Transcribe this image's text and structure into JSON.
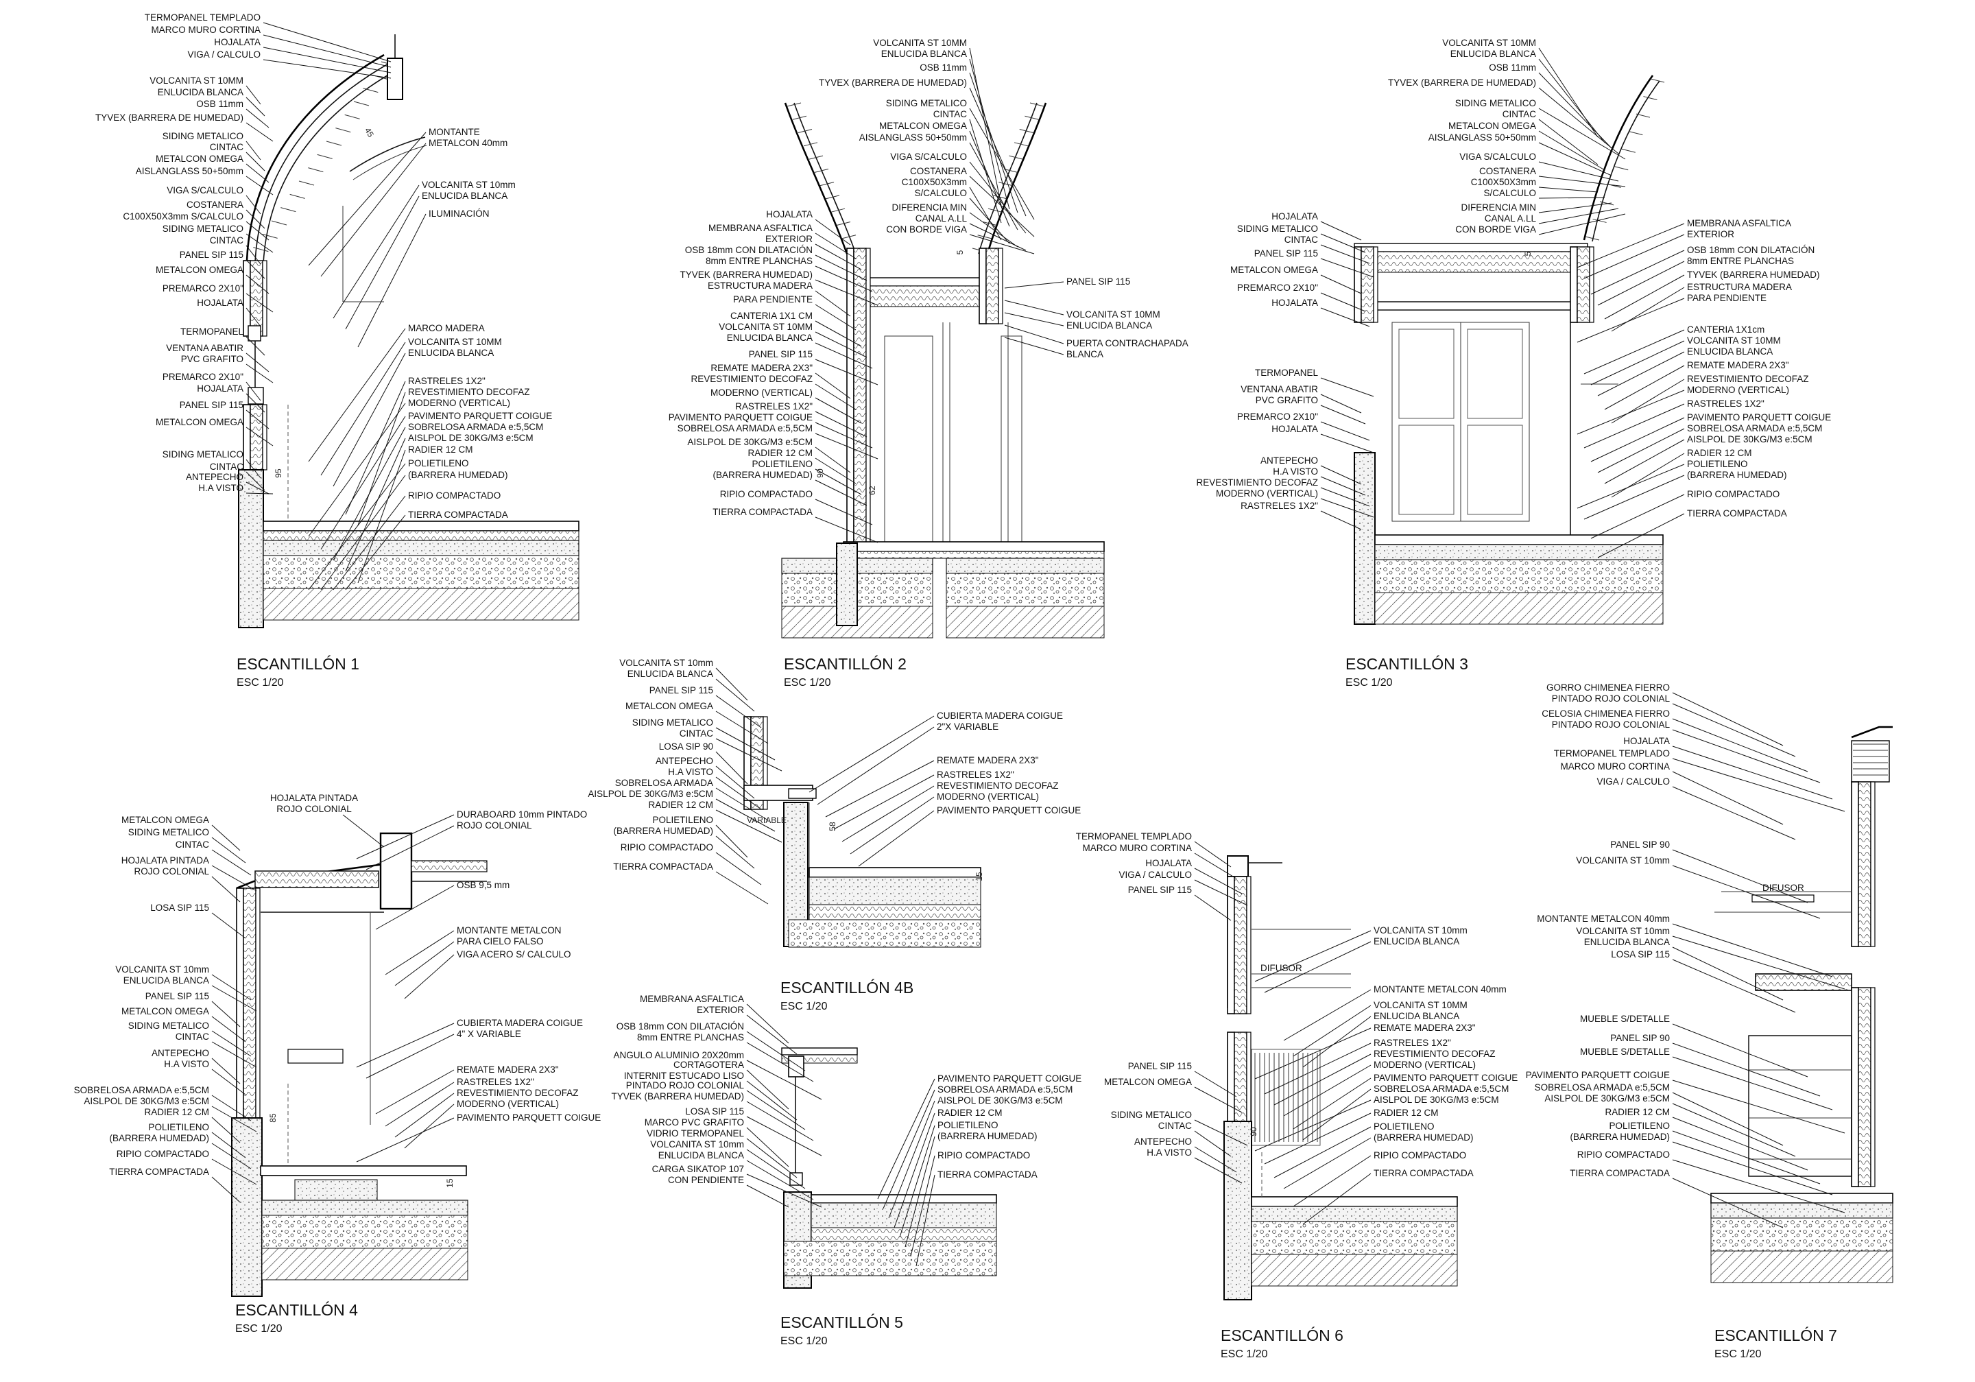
{
  "sheets": [
    {
      "title": "ESCANTILLÓN 1",
      "scale": "ESC 1/20",
      "labels": [
        "TERMOPANEL TEMPLADO",
        "MARCO MURO CORTINA",
        "HOJALATA",
        "VIGA / CALCULO",
        "VOLCANITA ST 10MM",
        "ENLUCIDA BLANCA",
        "OSB 11mm",
        "TYVEX (BARRERA DE HUMEDAD)",
        "SIDING METALICO",
        "CINTAC",
        "METALCON OMEGA",
        "AISLANGLASS 50+50mm",
        "VIGA S/CALCULO",
        "COSTANERA",
        "C100X50X3mm S/CALCULO",
        "SIDING METALICO",
        "CINTAC",
        "PANEL SIP 115",
        "METALCON OMEGA",
        "PREMARCO 2X10\"",
        "HOJALATA",
        "TERMOPANEL",
        "VENTANA ABATIR",
        "PVC GRAFITO",
        "PREMARCO 2X10\"",
        "HOJALATA",
        "PANEL SIP 115",
        "METALCON OMEGA",
        "SIDING METALICO",
        "CINTAC",
        "ANTEPECHO",
        "H.A VISTO"
      ],
      "right_labels": [
        "MONTANTE",
        "METALCON 40mm",
        "VOLCANITA ST 10mm",
        "ENLUCIDA BLANCA",
        "ILUMINACIÓN",
        "MARCO MADERA",
        "VOLCANITA ST 10MM",
        "ENLUCIDA BLANCA",
        "RASTRELES 1X2\"",
        "REVESTIMIENTO DECOFAZ",
        "MODERNO (VERTICAL)",
        "PAVIMENTO PARQUETT COIGUE",
        "SOBRELOSA ARMADA e:5,5CM",
        "AISLPOL DE 30KG/M3 e:5CM",
        "RADIER 12 CM",
        "POLIETILENO",
        "(BARRERA HUMEDAD)",
        "RIPIO COMPACTADO",
        "TIERRA COMPACTADA"
      ],
      "dims": [
        "45",
        "95"
      ]
    },
    {
      "title": "ESCANTILLÓN 2",
      "scale": "ESC 1/20",
      "labels": [
        "HOJALATA",
        "MEMBRANA ASFALTICA",
        "EXTERIOR",
        "OSB 18mm CON DILATACIÓN",
        "8mm ENTRE PLANCHAS",
        "TYVEK (BARRERA HUMEDAD)",
        "ESTRUCTURA MADERA",
        "PARA PENDIENTE",
        "CANTERIA 1X1 CM",
        "VOLCANITA ST 10MM",
        "ENLUCIDA BLANCA",
        "PANEL SIP 115",
        "REMATE MADERA 2X3\"",
        "REVESTIMIENTO DECOFAZ",
        "MODERNO (VERTICAL)",
        "RASTRELES 1X2\"",
        "PAVIMENTO PARQUETT COIGUE",
        "SOBRELOSA ARMADA e:5,5CM",
        "AISLPOL DE 30KG/M3 e:5CM",
        "RADIER 12 CM",
        "POLIETILENO",
        "(BARRERA HUMEDAD)",
        "RIPIO COMPACTADO",
        "TIERRA COMPACTADA"
      ],
      "top_labels": [
        "VOLCANITA ST 10MM",
        "ENLUCIDA BLANCA",
        "OSB 11mm",
        "TYVEX (BARRERA DE HUMEDAD)",
        "SIDING METALICO",
        "CINTAC",
        "METALCON OMEGA",
        "AISLANGLASS 50+50mm",
        "VIGA S/CALCULO",
        "COSTANERA",
        "C100X50X3mm",
        "S/CALCULO",
        "DIFERENCIA MIN",
        "CANAL A.LL",
        "CON BORDE VIGA"
      ],
      "right_labels": [
        "PANEL SIP 115",
        "VOLCANITA ST 10MM",
        "ENLUCIDA BLANCA",
        "PUERTA CONTRACHAPADA",
        "BLANCA"
      ],
      "dims": [
        "5",
        "90",
        "62"
      ]
    },
    {
      "title": "ESCANTILLÓN 3",
      "scale": "ESC 1/20",
      "labels": [
        "HOJALATA",
        "SIDING METALICO",
        "CINTAC",
        "PANEL SIP 115",
        "METALCON OMEGA",
        "PREMARCO 2X10\"",
        "HOJALATA",
        "TERMOPANEL",
        "VENTANA ABATIR",
        "PVC GRAFITO",
        "PREMARCO 2X10\"",
        "HOJALATA",
        "ANTEPECHO",
        "H.A VISTO",
        "REVESTIMIENTO DECOFAZ",
        "MODERNO (VERTICAL)",
        "RASTRELES 1X2\""
      ],
      "top_labels": [
        "VOLCANITA ST 10MM",
        "ENLUCIDA BLANCA",
        "OSB 11mm",
        "TYVEX (BARRERA DE HUMEDAD)",
        "SIDING METALICO",
        "CINTAC",
        "METALCON OMEGA",
        "AISLANGLASS 50+50mm",
        "VIGA S/CALCULO",
        "COSTANERA",
        "C100X50X3mm",
        "S/CALCULO",
        "DIFERENCIA MIN",
        "CANAL A.LL",
        "CON BORDE VIGA"
      ],
      "right_labels": [
        "MEMBRANA ASFALTICA",
        "EXTERIOR",
        "OSB 18mm CON DILATACIÓN",
        "8mm ENTRE PLANCHAS",
        "TYVEK (BARRERA HUMEDAD)",
        "ESTRUCTURA MADERA",
        "PARA PENDIENTE",
        "CANTERIA 1X1cm",
        "VOLCANITA ST 10MM",
        "ENLUCIDA BLANCA",
        "REMATE MADERA 2X3\"",
        "REVESTIMIENTO DECOFAZ",
        "MODERNO (VERTICAL)",
        "RASTRELES 1X2\"",
        "PAVIMENTO PARQUETT COIGUE",
        "SOBRELOSA ARMADA e:5,5CM",
        "AISLPOL DE 30KG/M3 e:5CM",
        "RADIER 12 CM",
        "POLIETILENO",
        "(BARRERA HUMEDAD)",
        "RIPIO COMPACTADO",
        "TIERRA COMPACTADA"
      ],
      "dims": [
        "5"
      ]
    },
    {
      "title": "ESCANTILLÓN 4",
      "scale": "ESC 1/20",
      "labels": [
        "METALCON OMEGA",
        "SIDING METALICO",
        "CINTAC",
        "HOJALATA PINTADA",
        "ROJO COLONIAL",
        "LOSA SIP 115",
        "VOLCANITA ST 10mm",
        "ENLUCIDA BLANCA",
        "PANEL SIP 115",
        "METALCON OMEGA",
        "SIDING METALICO",
        "CINTAC",
        "ANTEPECHO",
        "H.A VISTO",
        "SOBRELOSA ARMADA e:5,5CM",
        "AISLPOL DE 30KG/M3 e:5CM",
        "RADIER 12 CM",
        "POLIETILENO",
        "(BARRERA HUMEDAD)",
        "RIPIO COMPACTADO",
        "TIERRA COMPACTADA"
      ],
      "top_labels": [
        "HOJALATA PINTADA",
        "ROJO COLONIAL"
      ],
      "right_labels": [
        "DURABOARD 10mm PINTADO",
        "ROJO COLONIAL",
        "OSB 9,5 mm",
        "MONTANTE METALCON",
        "PARA CIELO FALSO",
        "VIGA ACERO S/ CALCULO",
        "CUBIERTA MADERA COIGUE",
        "4\" X VARIABLE",
        "REMATE MADERA 2X3\"",
        "RASTRELES 1X2\"",
        "REVESTIMIENTO DECOFAZ",
        "MODERNO (VERTICAL)",
        "PAVIMENTO PARQUETT COIGUE"
      ],
      "dims": [
        "85",
        "15"
      ]
    },
    {
      "title": "ESCANTILLÓN 4B",
      "scale": "ESC 1/20",
      "labels": [
        "VOLCANITA ST 10mm",
        "ENLUCIDA BLANCA",
        "PANEL SIP 115",
        "METALCON OMEGA",
        "SIDING METALICO",
        "CINTAC",
        "LOSA SIP 90",
        "ANTEPECHO",
        "H.A VISTO",
        "SOBRELOSA ARMADA",
        "AISLPOL DE 30KG/M3 e:5CM",
        "RADIER 12 CM",
        "POLIETILENO",
        "(BARRERA HUMEDAD)",
        "RIPIO COMPACTADO",
        "TIERRA COMPACTADA"
      ],
      "right_labels": [
        "CUBIERTA MADERA COIGUE",
        "2\"X VARIABLE",
        "REMATE MADERA 2X3\"",
        "RASTRELES 1X2\"",
        "REVESTIMIENTO DECOFAZ",
        "MODERNO (VERTICAL)",
        "PAVIMENTO PARQUETT COIGUE"
      ],
      "dims": [
        "VARIABLE",
        "58",
        "15"
      ]
    },
    {
      "title": "ESCANTILLÓN 5",
      "scale": "ESC 1/20",
      "labels": [
        "MEMBRANA ASFALTICA",
        "EXTERIOR",
        "OSB 18mm CON DILATACIÓN",
        "8mm ENTRE PLANCHAS",
        "ANGULO ALUMINIO 20X20mm",
        "CORTAGOTERA",
        "INTERNIT ESTUCADO LISO",
        "PINTADO ROJO COLONIAL",
        "TYVEK (BARRERA HUMEDAD)",
        "LOSA SIP 115",
        "MARCO PVC GRAFITO",
        "VIDRIO TERMOPANEL",
        "VOLCANITA ST 10mm",
        "ENLUCIDA BLANCA",
        "CARGA SIKATOP 107",
        "CON PENDIENTE"
      ],
      "right_labels": [
        "PAVIMENTO PARQUETT COIGUE",
        "SOBRELOSA ARMADA e:5,5CM",
        "AISLPOL DE 30KG/M3 e:5CM",
        "RADIER 12 CM",
        "POLIETILENO",
        "(BARRERA HUMEDAD)",
        "RIPIO COMPACTADO",
        "TIERRA COMPACTADA"
      ]
    },
    {
      "title": "ESCANTILLÓN 6",
      "scale": "ESC 1/20",
      "labels": [
        "TERMOPANEL TEMPLADO",
        "MARCO MURO CORTINA",
        "HOJALATA",
        "VIGA / CALCULO",
        "PANEL SIP 115",
        "PANEL SIP 115",
        "METALCON OMEGA",
        "SIDING METALICO",
        "CINTAC",
        "ANTEPECHO",
        "H.A VISTO"
      ],
      "right_labels": [
        "VOLCANITA ST 10mm",
        "ENLUCIDA BLANCA",
        "DIFUSOR",
        "MONTANTE METALCON 40mm",
        "VOLCANITA ST 10MM",
        "ENLUCIDA BLANCA",
        "REMATE MADERA 2X3\"",
        "RASTRELES 1X2\"",
        "REVESTIMIENTO DECOFAZ",
        "MODERNO (VERTICAL)",
        "PAVIMENTO PARQUETT COIGUE",
        "SOBRELOSA ARMADA e:5,5CM",
        "AISLPOL DE 30KG/M3 e:5CM",
        "RADIER 12 CM",
        "POLIETILENO",
        "(BARRERA HUMEDAD)",
        "RIPIO COMPACTADO",
        "TIERRA COMPACTADA"
      ],
      "dims": [
        "90"
      ]
    },
    {
      "title": "ESCANTILLÓN 7",
      "scale": "ESC 1/20",
      "labels": [
        "GORRO CHIMENEA FIERRO",
        "PINTADO ROJO COLONIAL",
        "CELOSIA CHIMENEA FIERRO",
        "PINTADO ROJO COLONIAL",
        "HOJALATA",
        "TERMOPANEL TEMPLADO",
        "MARCO MURO CORTINA",
        "VIGA / CALCULO",
        "PANEL SIP 90",
        "VOLCANITA ST 10mm",
        "MONTANTE METALCON 40mm",
        "VOLCANITA ST 10mm",
        "ENLUCIDA BLANCA",
        "LOSA SIP 115",
        "MUEBLE S/DETALLE",
        "PANEL SIP 90",
        "MUEBLE S/DETALLE",
        "PAVIMENTO PARQUETT COIGUE",
        "SOBRELOSA ARMADA e:5,5CM",
        "AISLPOL DE 30KG/M3 e:5CM",
        "RADIER 12 CM",
        "POLIETILENO",
        "(BARRERA HUMEDAD)",
        "RIPIO COMPACTADO",
        "TIERRA COMPACTADA"
      ],
      "inner_labels": [
        "DIFUSOR"
      ]
    }
  ]
}
